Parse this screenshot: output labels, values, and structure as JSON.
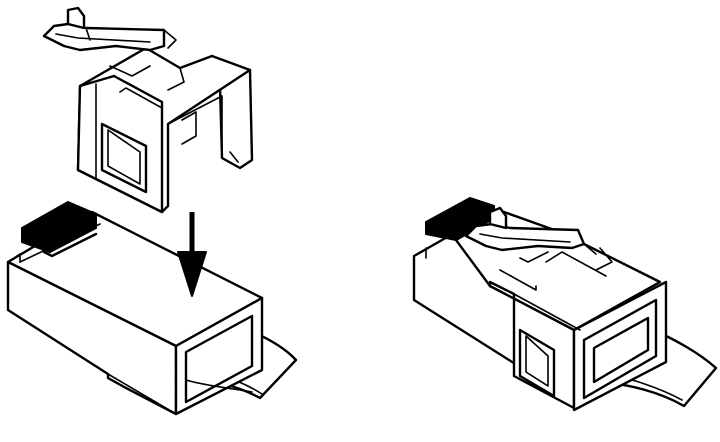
{
  "figure": {
    "panels": [
      {
        "id": "left",
        "state": "boot separated above connector, arrow pointing down"
      },
      {
        "id": "right",
        "state": "boot installed over connector"
      }
    ],
    "colors": {
      "line": "#000000",
      "background": "#ffffff",
      "latch": "#000000"
    }
  }
}
